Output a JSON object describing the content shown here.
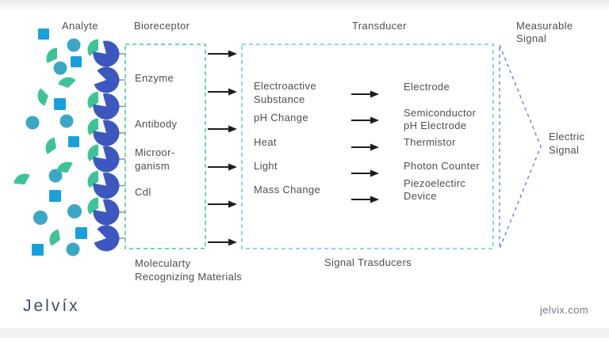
{
  "colors": {
    "pacman": "#3c58c0",
    "wedge": "#3cc496",
    "square": "#18a0dd",
    "circle": "#3ba7c7",
    "receptor_box": "#3fc79b",
    "transducer_box": "#62c9ee",
    "signal_chevron": "#5b80d8",
    "arrow": "#1e1e1e",
    "tick": "#8f8f8f",
    "text": "#4e4e4e",
    "logo": "#3e4b66",
    "footer_text": "#717b8b"
  },
  "headers": {
    "analyte": "Analyte",
    "bioreceptor": "Bioreceptor",
    "transducer": "Transducer",
    "measurable_signal": "Measurable\nSignal"
  },
  "bioreceptor_items": [
    "Enzyme",
    "Antibody",
    "Microor-\nganism",
    "Cdl"
  ],
  "transducer_inputs": [
    "Electroactive\nSubstance",
    "pH Change",
    "Heat",
    "Light",
    "Mass Change"
  ],
  "transducer_outputs": [
    "Electrode",
    "Semiconductor\npH Electrode",
    "Thermistor",
    "Photon Counter",
    "Piezoelectirc\nDevice"
  ],
  "signal": {
    "electric": "Electric\nSignal"
  },
  "captions": {
    "receptor": "Molecularty\nRecognizing Materials",
    "transducer": "Signal Trasducers"
  },
  "footer": {
    "logo": "Jelvíx",
    "site": "jelvix.com"
  }
}
